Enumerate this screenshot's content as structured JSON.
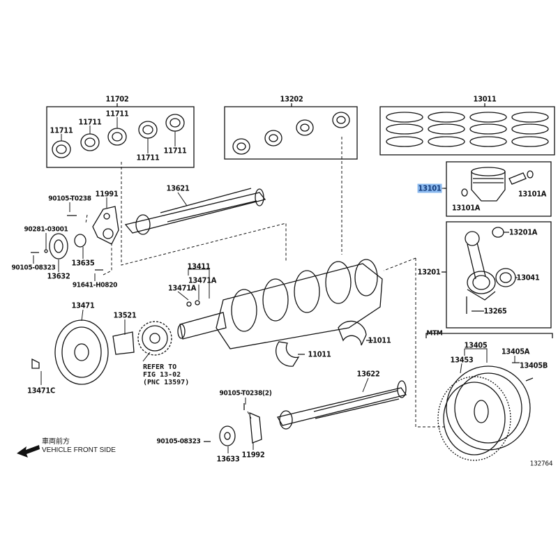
{
  "highlight_color": "#8ab8ee",
  "groups": {
    "main_bearings": {
      "label": "11702",
      "items": [
        "11711",
        "11711",
        "11711",
        "11711",
        "11711"
      ]
    },
    "con_rod_bearings": {
      "label": "13202"
    },
    "piston_rings": {
      "label": "13011"
    },
    "piston": {
      "label": "13101",
      "pin_clips": [
        "13101A",
        "13101A"
      ],
      "highlighted": true
    },
    "connecting_rod": {
      "label": "13201",
      "bushing": "13201A",
      "bearing": "13041",
      "bolt": "13265"
    }
  },
  "parts": {
    "p_90105_T0238": "90105-T0238",
    "p_11991": "11991",
    "p_90281_03001": "90281-03001",
    "p_90105_08323_a": "90105-08323",
    "p_13635": "13635",
    "p_13632": "13632",
    "p_91641_H0820": "91641-H0820",
    "p_13621": "13621",
    "p_13411": "13411",
    "p_13471A_a": "13471A",
    "p_13471A_b": "13471A",
    "p_13471": "13471",
    "p_13521": "13521",
    "p_11011_a": "11011",
    "p_11011_b": "11011",
    "p_13471C": "13471C",
    "p_13622": "13622",
    "p_90105_T0238_2": "90105-T0238(2)",
    "p_90105_08323_b": "90105-08323",
    "p_13633": "13633",
    "p_11992": "11992",
    "p_13405": "13405",
    "p_13453": "13453",
    "p_13405A": "13405A",
    "p_13405B": "13405B"
  },
  "refer_note": [
    "REFER TO",
    "FIG 13-02",
    "(PNC 13597)"
  ],
  "mtm_label": "MTM",
  "front_jp": "車両前方",
  "front_en": "VEHICLE FRONT SIDE",
  "figure_id": "132764"
}
